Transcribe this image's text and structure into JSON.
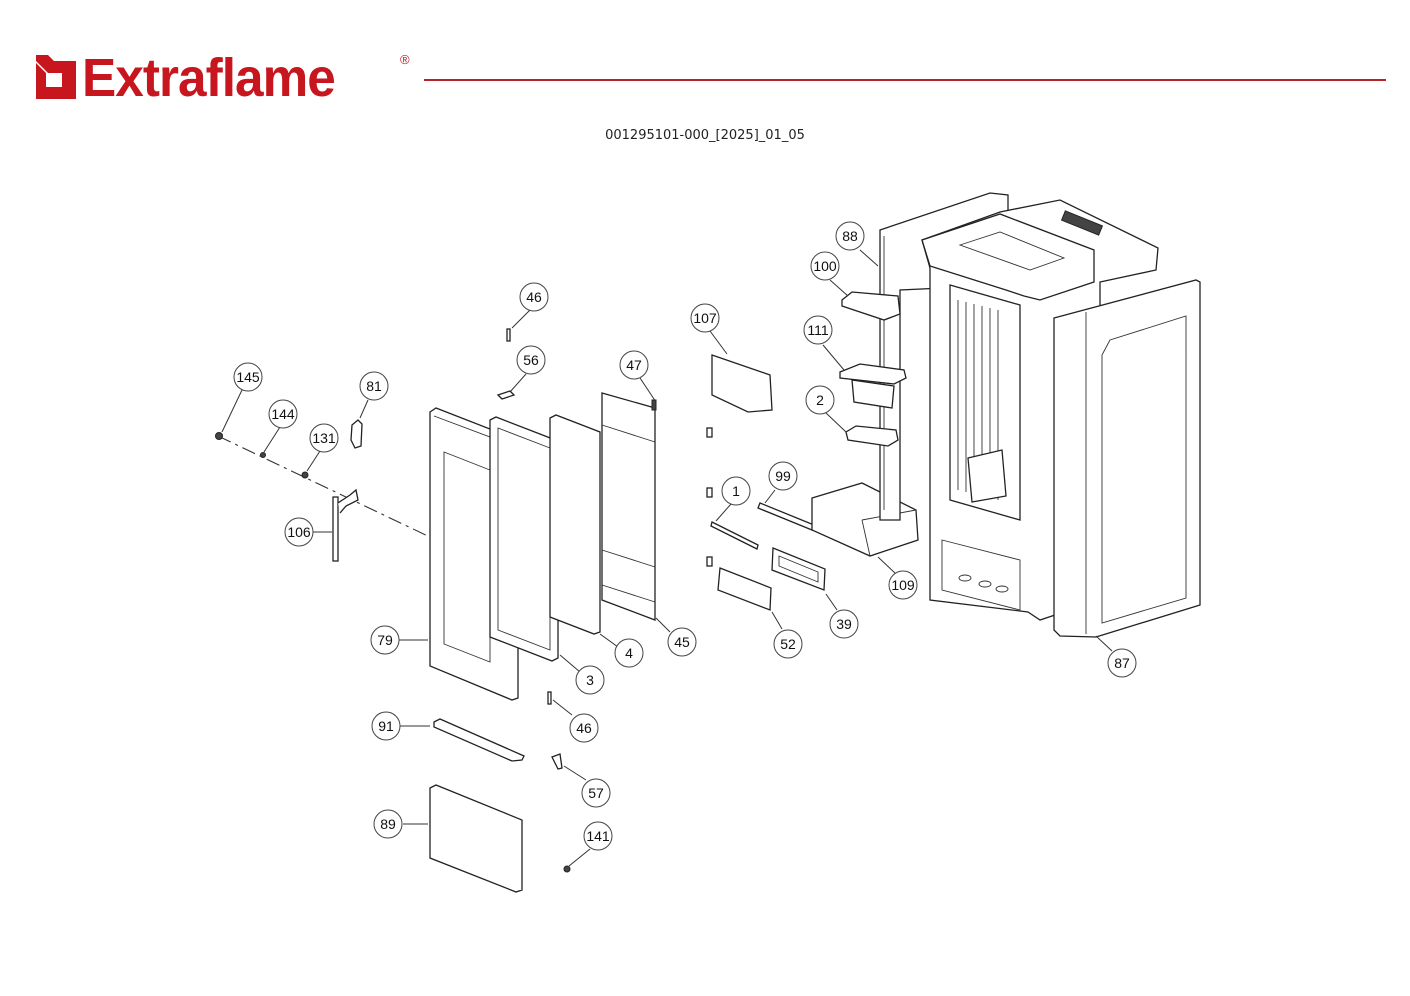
{
  "header": {
    "brand": "Extraflame",
    "registered_mark": "®",
    "brand_color": "#c8161e",
    "rule_color": "#b4242a",
    "document_code": "001295101-000_[2025]_01_05"
  },
  "callouts": [
    {
      "id": "c145",
      "label": "145"
    },
    {
      "id": "c144",
      "label": "144"
    },
    {
      "id": "c131",
      "label": "131"
    },
    {
      "id": "c81",
      "label": "81"
    },
    {
      "id": "c106",
      "label": "106"
    },
    {
      "id": "c46a",
      "label": "46"
    },
    {
      "id": "c56",
      "label": "56"
    },
    {
      "id": "c47",
      "label": "47"
    },
    {
      "id": "c79",
      "label": "79"
    },
    {
      "id": "c3",
      "label": "3"
    },
    {
      "id": "c4",
      "label": "4"
    },
    {
      "id": "c45",
      "label": "45"
    },
    {
      "id": "c46b",
      "label": "46"
    },
    {
      "id": "c91",
      "label": "91"
    },
    {
      "id": "c57",
      "label": "57"
    },
    {
      "id": "c89",
      "label": "89"
    },
    {
      "id": "c141",
      "label": "141"
    },
    {
      "id": "c107",
      "label": "107"
    },
    {
      "id": "c1",
      "label": "1"
    },
    {
      "id": "c99",
      "label": "99"
    },
    {
      "id": "c52",
      "label": "52"
    },
    {
      "id": "c39",
      "label": "39"
    },
    {
      "id": "c109",
      "label": "109"
    },
    {
      "id": "c88",
      "label": "88"
    },
    {
      "id": "c100",
      "label": "100"
    },
    {
      "id": "c111",
      "label": "111"
    },
    {
      "id": "c2",
      "label": "2"
    },
    {
      "id": "c87",
      "label": "87"
    }
  ]
}
